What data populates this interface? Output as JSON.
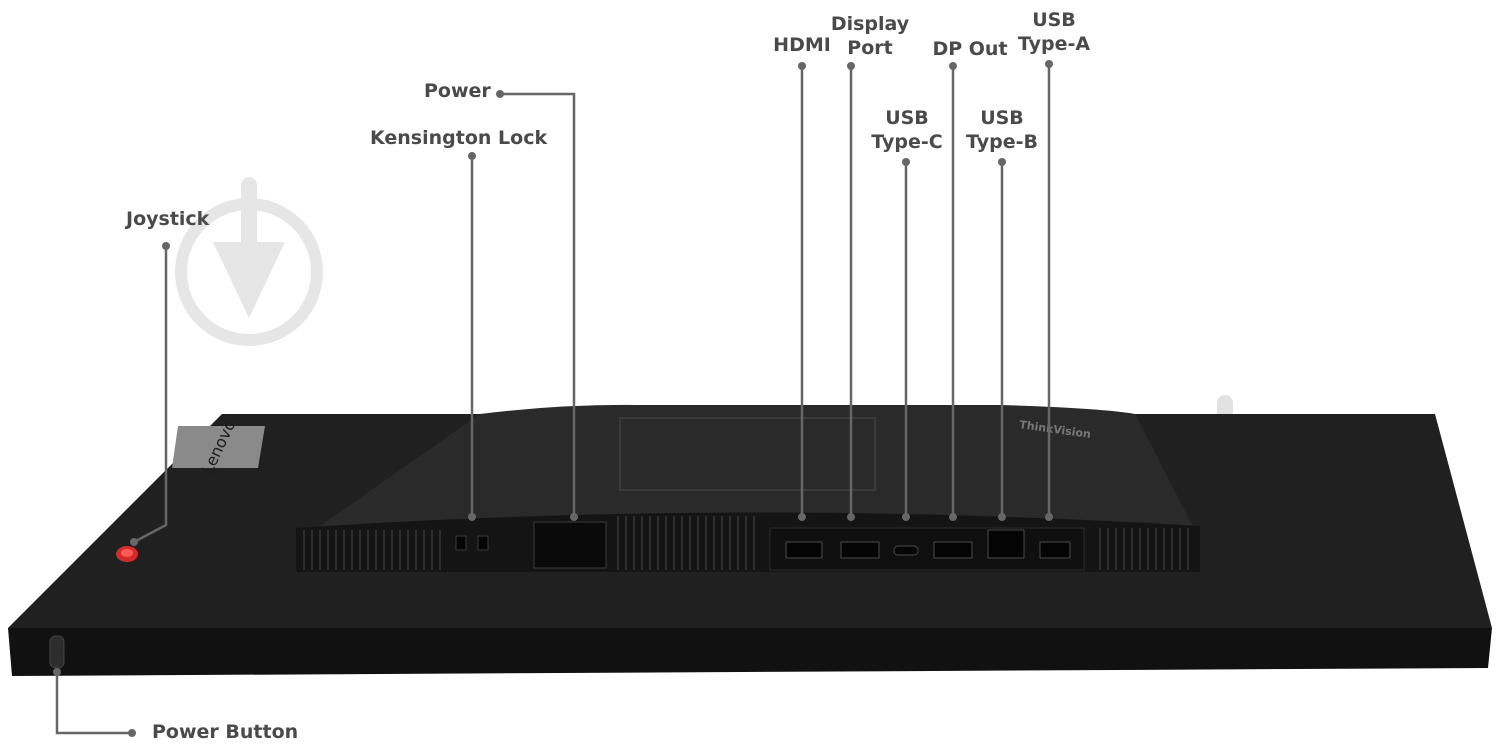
{
  "colors": {
    "leader": "#666666",
    "label": "#4a4a4a",
    "monitor_body": "#1c1c1c",
    "joystick": "#d42a2a",
    "watermark": "#e6e6e6"
  },
  "branding": {
    "left_logo": "Lenovo",
    "right_logo": "ThinkVision"
  },
  "callouts": {
    "joystick": [
      "Joystick"
    ],
    "kensington_lock": [
      "Kensington Lock"
    ],
    "power": [
      "Power"
    ],
    "hdmi": [
      "HDMI"
    ],
    "display_port": [
      "Display",
      "Port"
    ],
    "usb_type_c": [
      "USB",
      "Type-C"
    ],
    "dp_out": [
      "DP Out"
    ],
    "usb_type_b": [
      "USB",
      "Type-B"
    ],
    "usb_type_a": [
      "USB",
      "Type-A"
    ],
    "power_button": [
      "Power Button"
    ]
  }
}
